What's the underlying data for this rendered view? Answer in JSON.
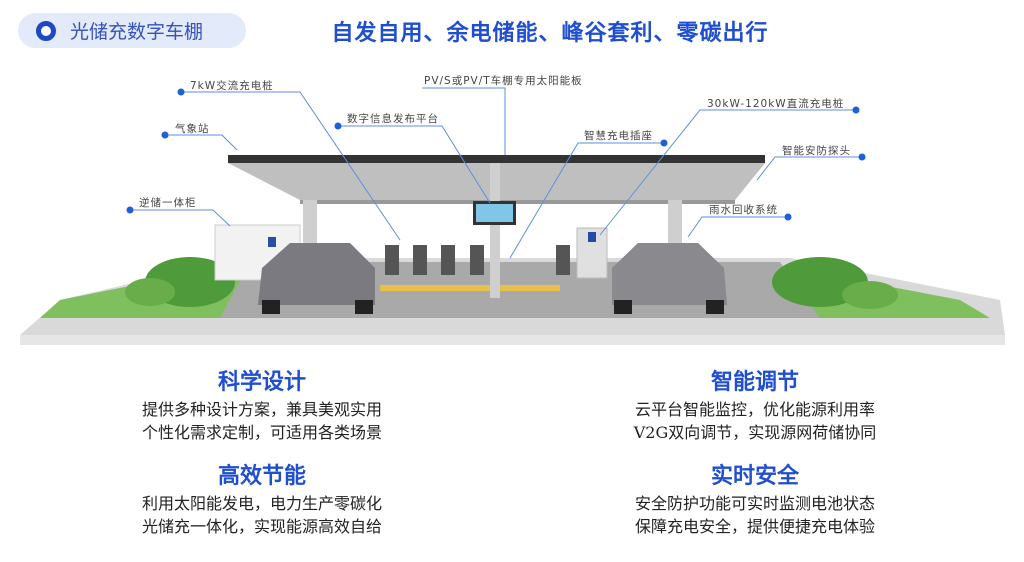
{
  "header": {
    "title": "光储充数字车棚",
    "headline": "自发自用、余电储能、峰谷套利、零碳出行"
  },
  "labels": {
    "ac_charger": "7kW交流充电桩",
    "weather": "气象站",
    "inverter": "逆储一体柜",
    "info_platform": "数字信息发布平台",
    "solar_panel": "PV/S或PV/T车棚专用太阳能板",
    "smart_socket": "智慧充电插座",
    "dc_charger": "30kW-120kW直流充电桩",
    "security": "智能安防探头",
    "rainwater": "雨水回收系统"
  },
  "sections": [
    {
      "title": "科学设计",
      "lines": [
        "提供多种设计方案，兼具美观实用",
        "个性化需求定制，可适用各类场景"
      ]
    },
    {
      "title": "智能调节",
      "lines": [
        "云平台智能监控，优化能源利用率",
        "V2G双向调节，实现源网荷储协同"
      ]
    },
    {
      "title": "高效节能",
      "lines": [
        "利用太阳能发电，电力生产零碳化",
        "光储充一体化，实现能源高效自给"
      ]
    },
    {
      "title": "实时安全",
      "lines": [
        "安全防护功能可实时监测电池状态",
        "保障充电安全，提供便捷充电体验"
      ]
    }
  ],
  "colors": {
    "accent": "#1f4fd0",
    "pill_bg": "#e3eafa"
  }
}
